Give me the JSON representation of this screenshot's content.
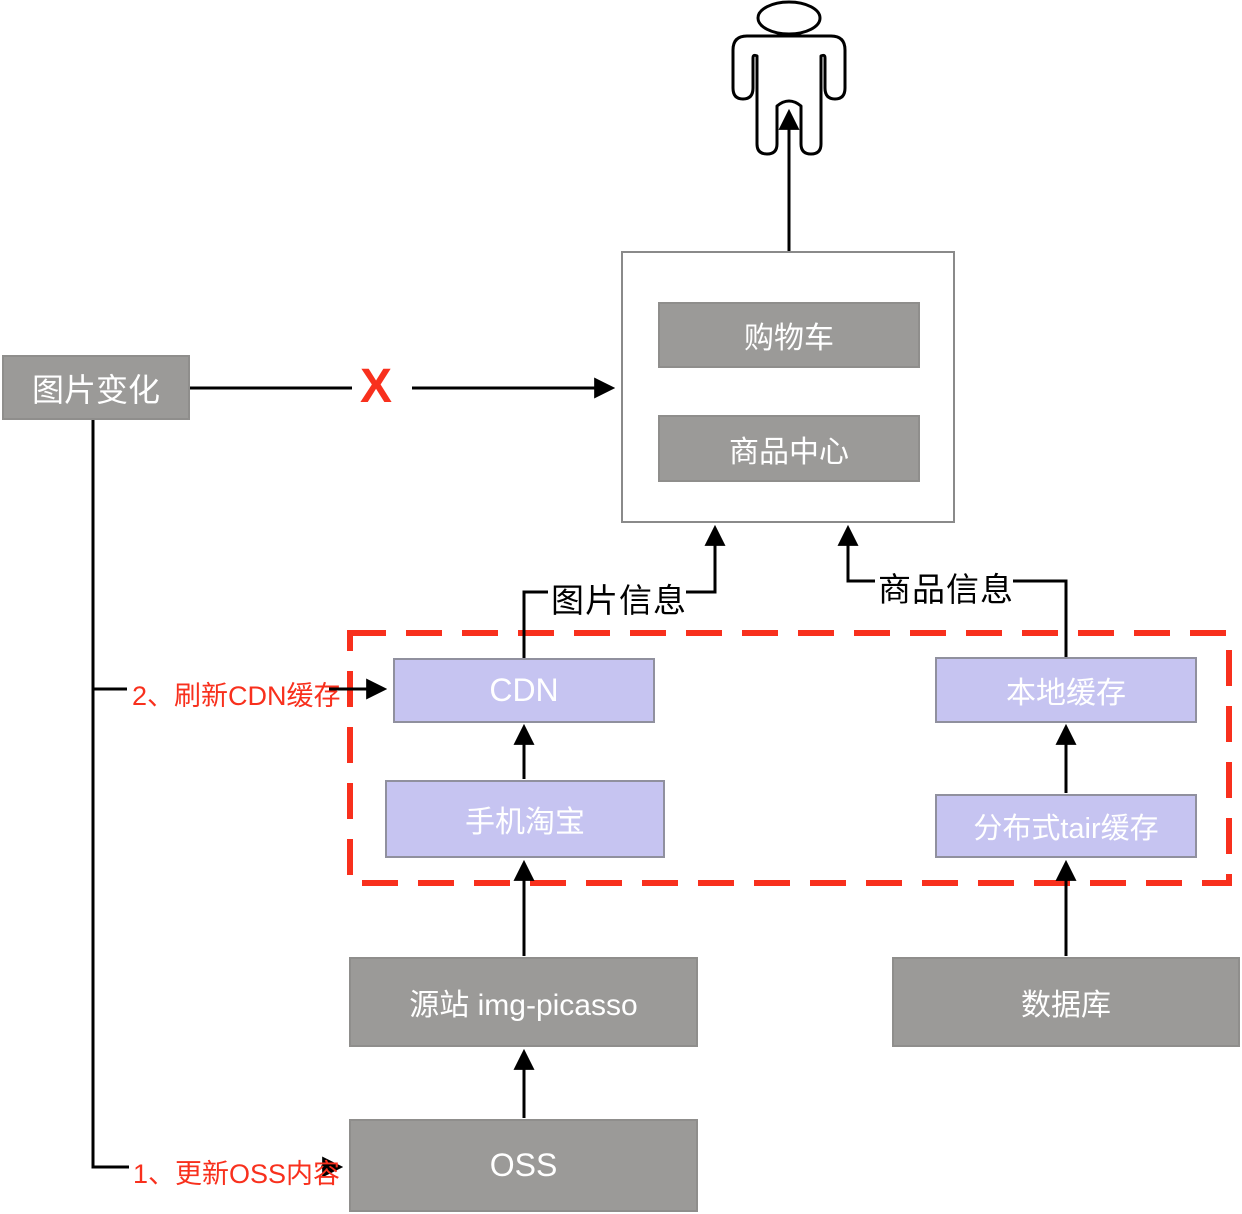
{
  "nodes": {
    "cart": "购物车",
    "product_center": "商品中心",
    "image_change": "图片变化",
    "cdn": "CDN",
    "mobile_taobao": "手机淘宝",
    "local_cache": "本地缓存",
    "tair_cache": "分布式tair缓存",
    "origin_site": "源站 img-picasso",
    "database": "数据库",
    "oss": "OSS"
  },
  "edge_labels": {
    "blocked_x": "X",
    "image_info": "图片信息",
    "product_info": "商品信息",
    "step2_refresh_cdn": "2、刷新CDN缓存",
    "step1_update_oss": "1、更新OSS内容"
  },
  "colors": {
    "node_gray": "#9b9a98",
    "node_lavender": "#c6c4f1",
    "highlight_red": "#f8301d",
    "line_black": "#000000",
    "border_gray": "#8a8a8a"
  }
}
